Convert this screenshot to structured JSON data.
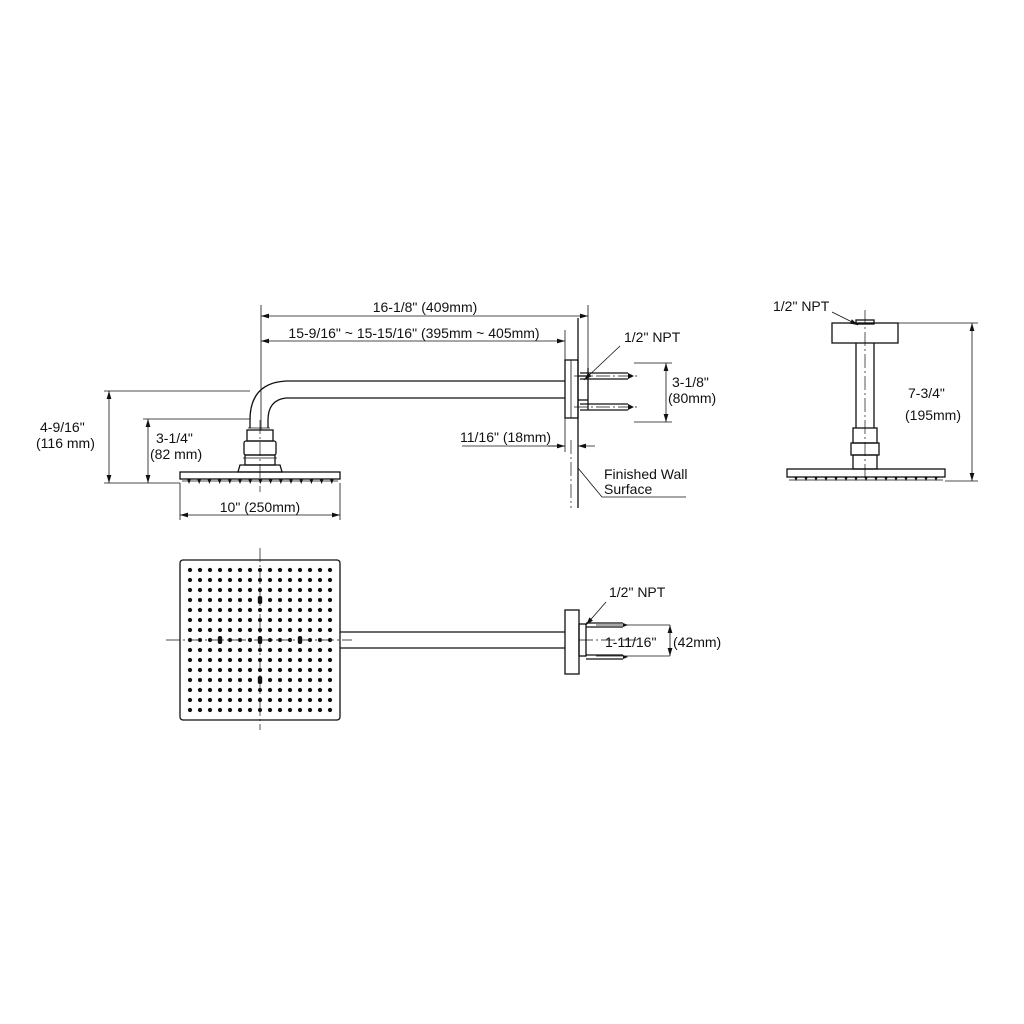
{
  "side_view": {
    "overall_length": "16-1/8\" (409mm)",
    "adjustable_length": "15-9/16\" ~ 15-15/16\" (395mm ~ 405mm)",
    "connection": "1/2\" NPT",
    "pin_spacing_in": "3-1/8\"",
    "pin_spacing_mm": "(80mm)",
    "flange_depth": "11/16\" (18mm)",
    "wall_label_line1": "Finished Wall",
    "wall_label_line2": "Surface",
    "total_height_in": "4-9/16\"",
    "total_height_mm": "(116 mm)",
    "head_height_in": "3-1/4\"",
    "head_height_mm": "(82 mm)",
    "head_width": "10\" (250mm)"
  },
  "front_view": {
    "connection": "1/2\" NPT",
    "height_in": "7-3/4\"",
    "height_mm": "(195mm)"
  },
  "top_view": {
    "connection": "1/2\" NPT",
    "pin_offset_in": "1-11/16\"",
    "pin_offset_mm": "(42mm)"
  }
}
